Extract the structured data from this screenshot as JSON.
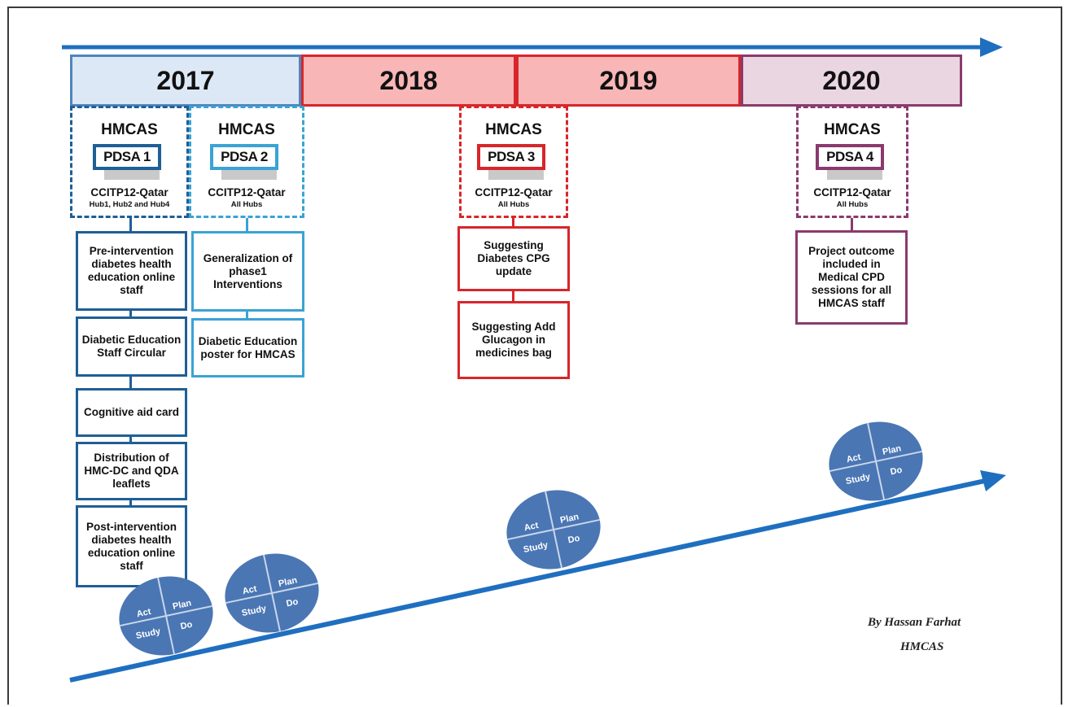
{
  "years": [
    "2017",
    "2018",
    "2019",
    "2020"
  ],
  "groups": [
    {
      "title": "HMCAS",
      "badge": "PDSA 1",
      "program": "CCITP12-Qatar",
      "scope": "Hub1, Hub2 and Hub4"
    },
    {
      "title": "HMCAS",
      "badge": "PDSA 2",
      "program": "CCITP12-Qatar",
      "scope": "All Hubs"
    },
    {
      "title": "HMCAS",
      "badge": "PDSA 3",
      "program": "CCITP12-Qatar",
      "scope": "All Hubs"
    },
    {
      "title": "HMCAS",
      "badge": "PDSA 4",
      "program": "CCITP12-Qatar",
      "scope": "All Hubs"
    }
  ],
  "steps": {
    "pdsa1": [
      "Pre-intervention diabetes health education online staff",
      "Diabetic Education Staff Circular",
      "Cognitive aid card",
      "Distribution of HMC-DC and QDA leaflets",
      "Post-intervention diabetes health education online staff"
    ],
    "pdsa2": [
      "Generalization of phase1 Interventions",
      "Diabetic Education poster for HMCAS"
    ],
    "pdsa3": [
      "Suggesting Diabetes CPG update",
      "Suggesting Add Glucagon in medicines bag"
    ],
    "pdsa4": [
      "Project outcome included in Medical CPD sessions for all HMCAS staff"
    ]
  },
  "cycle_labels": {
    "act": "Act",
    "plan": "Plan",
    "study": "Study",
    "do": "Do"
  },
  "credit": {
    "line1": "By Hassan Farhat",
    "line2": "HMCAS"
  },
  "colors": {
    "arrow": "#1f6fc0",
    "pdsa1": "#1f5f96",
    "pdsa2": "#3aa3d4",
    "pdsa3": "#d7262b",
    "pdsa4": "#8a3a6e",
    "year2017": "#dce8f5",
    "year2018": "#f8b6b6",
    "year2019": "#f8b6b6",
    "year2020": "#ead6e1",
    "cycle": "#4a76b4"
  }
}
